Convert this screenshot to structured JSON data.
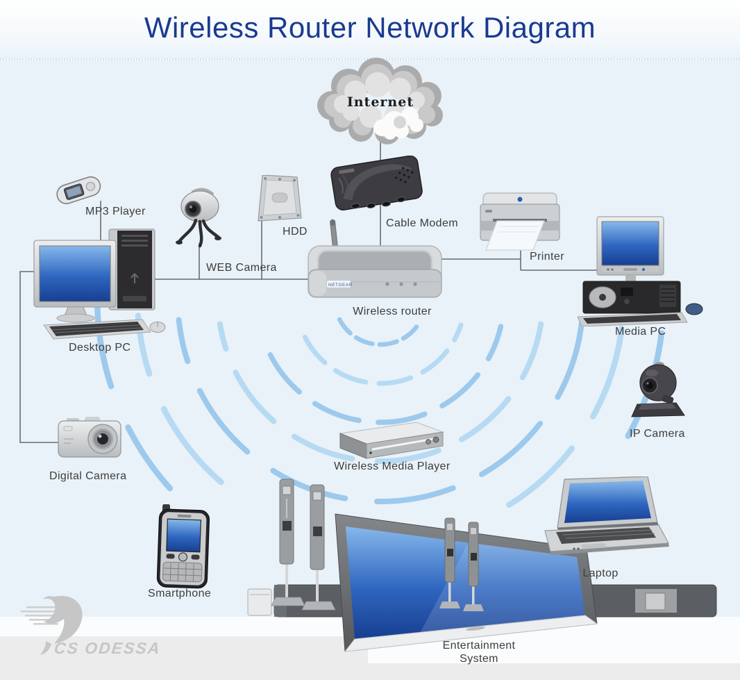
{
  "title": "Wireless Router Network Diagram",
  "footer": {
    "logo_text": "CS ODESSA"
  },
  "colors": {
    "title_navy": "#1a3a8f",
    "label_gray": "#3c3c3c",
    "wifi_arc_blue": "#8fc2ea",
    "wifi_arc_blue_light": "#aed6f2",
    "screen_blue_top": "#86b8ea",
    "screen_blue_bottom": "#173f90",
    "connector": "#4f4f4f",
    "background": "#e9f2f9",
    "footer_band": "#ececec"
  },
  "nodes": {
    "internet": {
      "label": "Internet"
    },
    "cable_modem": {
      "label": "Cable Modem"
    },
    "wireless_router": {
      "label": "Wireless router",
      "brand": "NETGEAR"
    },
    "mp3_player": {
      "label": "MP3 Player"
    },
    "hdd": {
      "label": "HDD"
    },
    "web_camera": {
      "label": "WEB Camera"
    },
    "desktop_pc": {
      "label": "Desktop PC"
    },
    "printer": {
      "label": "Printer"
    },
    "media_pc": {
      "label": "Media PC"
    },
    "ip_camera": {
      "label": "IP Camera"
    },
    "digital_camera": {
      "label": "Digital Camera"
    },
    "wireless_media_player": {
      "label": "Wireless Media Player"
    },
    "smartphone": {
      "label": "Smartphone"
    },
    "entertainment_system": {
      "label": "Entertainment System"
    },
    "laptop": {
      "label": "Laptop"
    }
  },
  "edges": [
    {
      "from": "internet",
      "to": "cable_modem"
    },
    {
      "from": "cable_modem",
      "to": "wireless_router"
    },
    {
      "from": "mp3_player",
      "to": "desktop_pc"
    },
    {
      "from": "hdd",
      "to": "wireless_router"
    },
    {
      "from": "web_camera",
      "to": "wireless_router"
    },
    {
      "from": "desktop_pc",
      "to": "wireless_router"
    },
    {
      "from": "desktop_pc",
      "to": "digital_camera"
    },
    {
      "from": "wireless_router",
      "to": "printer"
    },
    {
      "from": "printer",
      "to": "media_pc"
    }
  ]
}
